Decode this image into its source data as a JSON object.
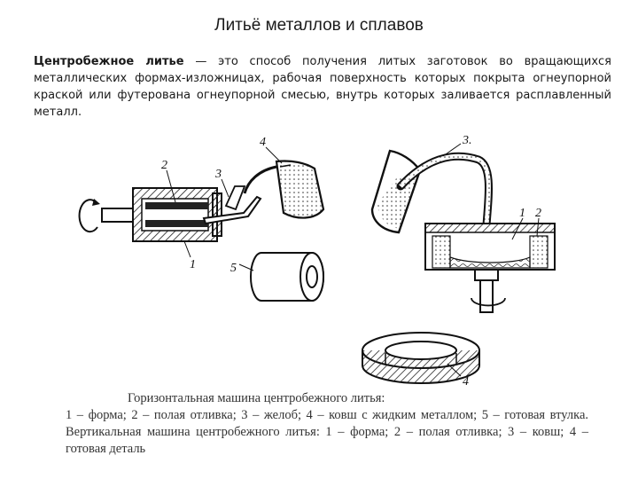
{
  "slide": {
    "title": "Литьё металлов и сплавов",
    "intro": {
      "term": "Центробежное литье",
      "text": " — это способ получения литых заготовок во вращающихся металлических формах-изложницах, рабочая поверхность которых покрыта огнеупорной краской или футерована огнеупорной смесью, внутрь которых заливается расплавленный металл."
    }
  },
  "figure": {
    "left_labels": {
      "l1": "1",
      "l2": "2",
      "l3": "3",
      "l4": "4",
      "l5": "5"
    },
    "right_labels": {
      "r1": "1",
      "r2": "2",
      "r3": "3.",
      "r4": "4"
    }
  },
  "caption": {
    "title": "Горизонтальная машина центробежного литья:",
    "body": "1 – форма; 2 – полая отливка; 3 – желоб; 4 – ковш с жидким металлом; 5 – готовая втулка. Вертикальная машина центробежного литья: 1 – форма; 2 – полая отливка; 3 – ковш; 4 – готовая деталь"
  }
}
